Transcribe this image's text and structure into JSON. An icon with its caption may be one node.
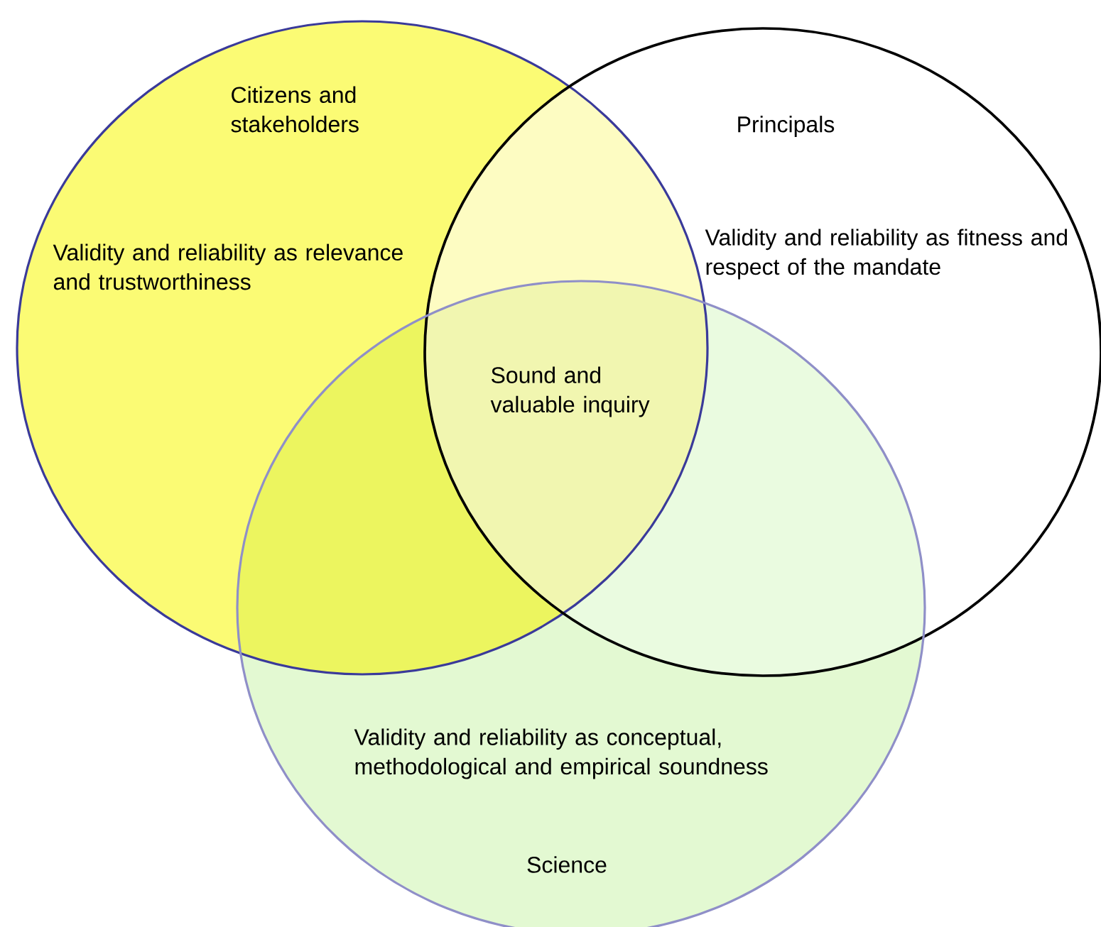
{
  "diagram": {
    "nodes": [
      {
        "text": [
          "Citizens and stakeholders",
          "Validity and reliability as relevance and trustworthiness"
        ]
      },
      {
        "text": [
          "Principals",
          "Validity and reliability as fitness and respect of the mandate"
        ]
      },
      {
        "text": [
          "Validity and reliability as conceptual, methodological and empirical soundness",
          "Science"
        ]
      }
    ],
    "labels": [
      "Sound and valuable inquiry"
    ]
  }
}
